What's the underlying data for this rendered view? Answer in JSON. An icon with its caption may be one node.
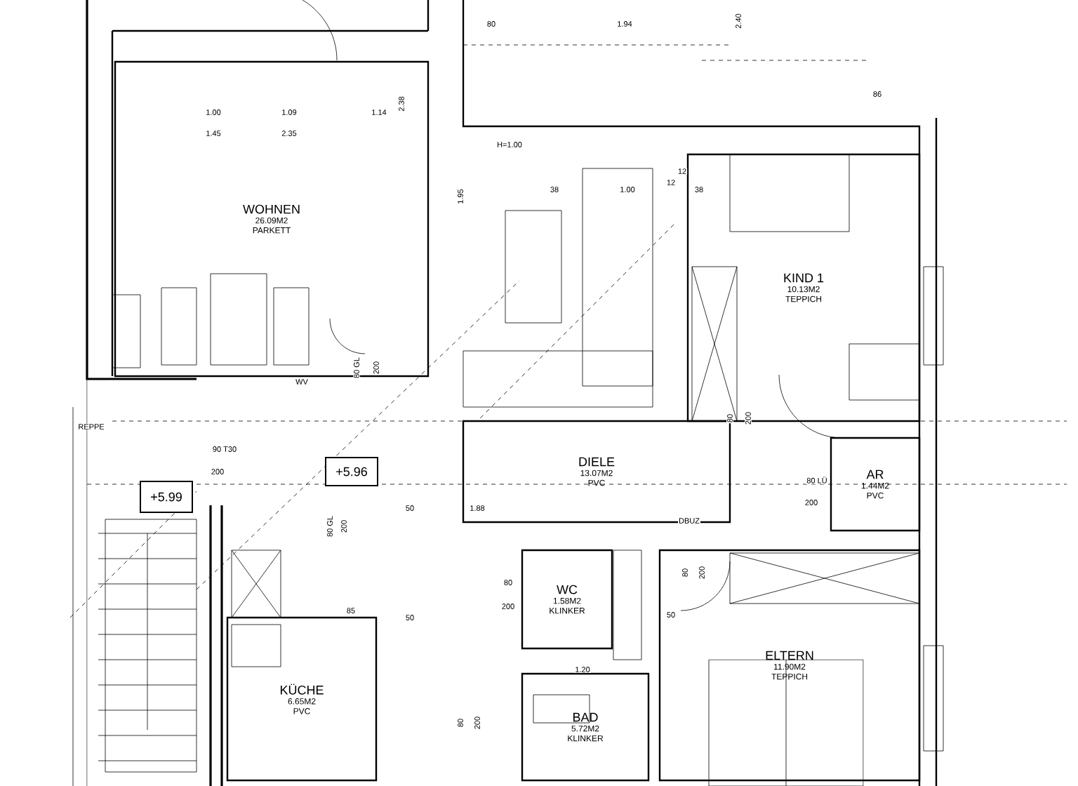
{
  "diagram": {
    "nodes": [
      {
        "text": [
          "WOHNEN",
          "26.09M2",
          "PARKETT"
        ]
      },
      {
        "text": [
          "KIND 1",
          "10.13M2",
          "TEPPICH"
        ]
      },
      {
        "text": [
          "DIELE",
          "13.07M2",
          "PVC"
        ]
      },
      {
        "text": [
          "AR",
          "1.44M2",
          "PVC"
        ]
      },
      {
        "text": [
          "WC",
          "1.58M2",
          "KLINKER"
        ]
      },
      {
        "text": [
          "KÜCHE",
          "6.65M2",
          "PVC"
        ]
      },
      {
        "text": [
          "ELTERN",
          "11.90M2",
          "TEPPICH"
        ]
      },
      {
        "text": [
          "BAD",
          "5.72M2",
          "KLINKER"
        ]
      },
      {
        "text": [
          "+5.99"
        ]
      },
      {
        "text": [
          "+5.96"
        ]
      }
    ],
    "labels": [
      "80",
      "1.94",
      "2.40",
      "86",
      "1.00",
      "1.45",
      "1.09",
      "2.35",
      "1.14",
      "2.38",
      "H=1.00",
      "1.95",
      "38",
      "1.00",
      "12",
      "12",
      "38",
      "80 GL",
      "200",
      "WV",
      "REPPE",
      "90 T30",
      "200",
      "50",
      "1.88",
      "80 GL",
      "200",
      "50",
      "80",
      "200",
      "80 LÜ",
      "200",
      "85",
      "80",
      "200",
      "DBUZ",
      "80",
      "200",
      "50",
      "1.20",
      "80",
      "200"
    ]
  }
}
